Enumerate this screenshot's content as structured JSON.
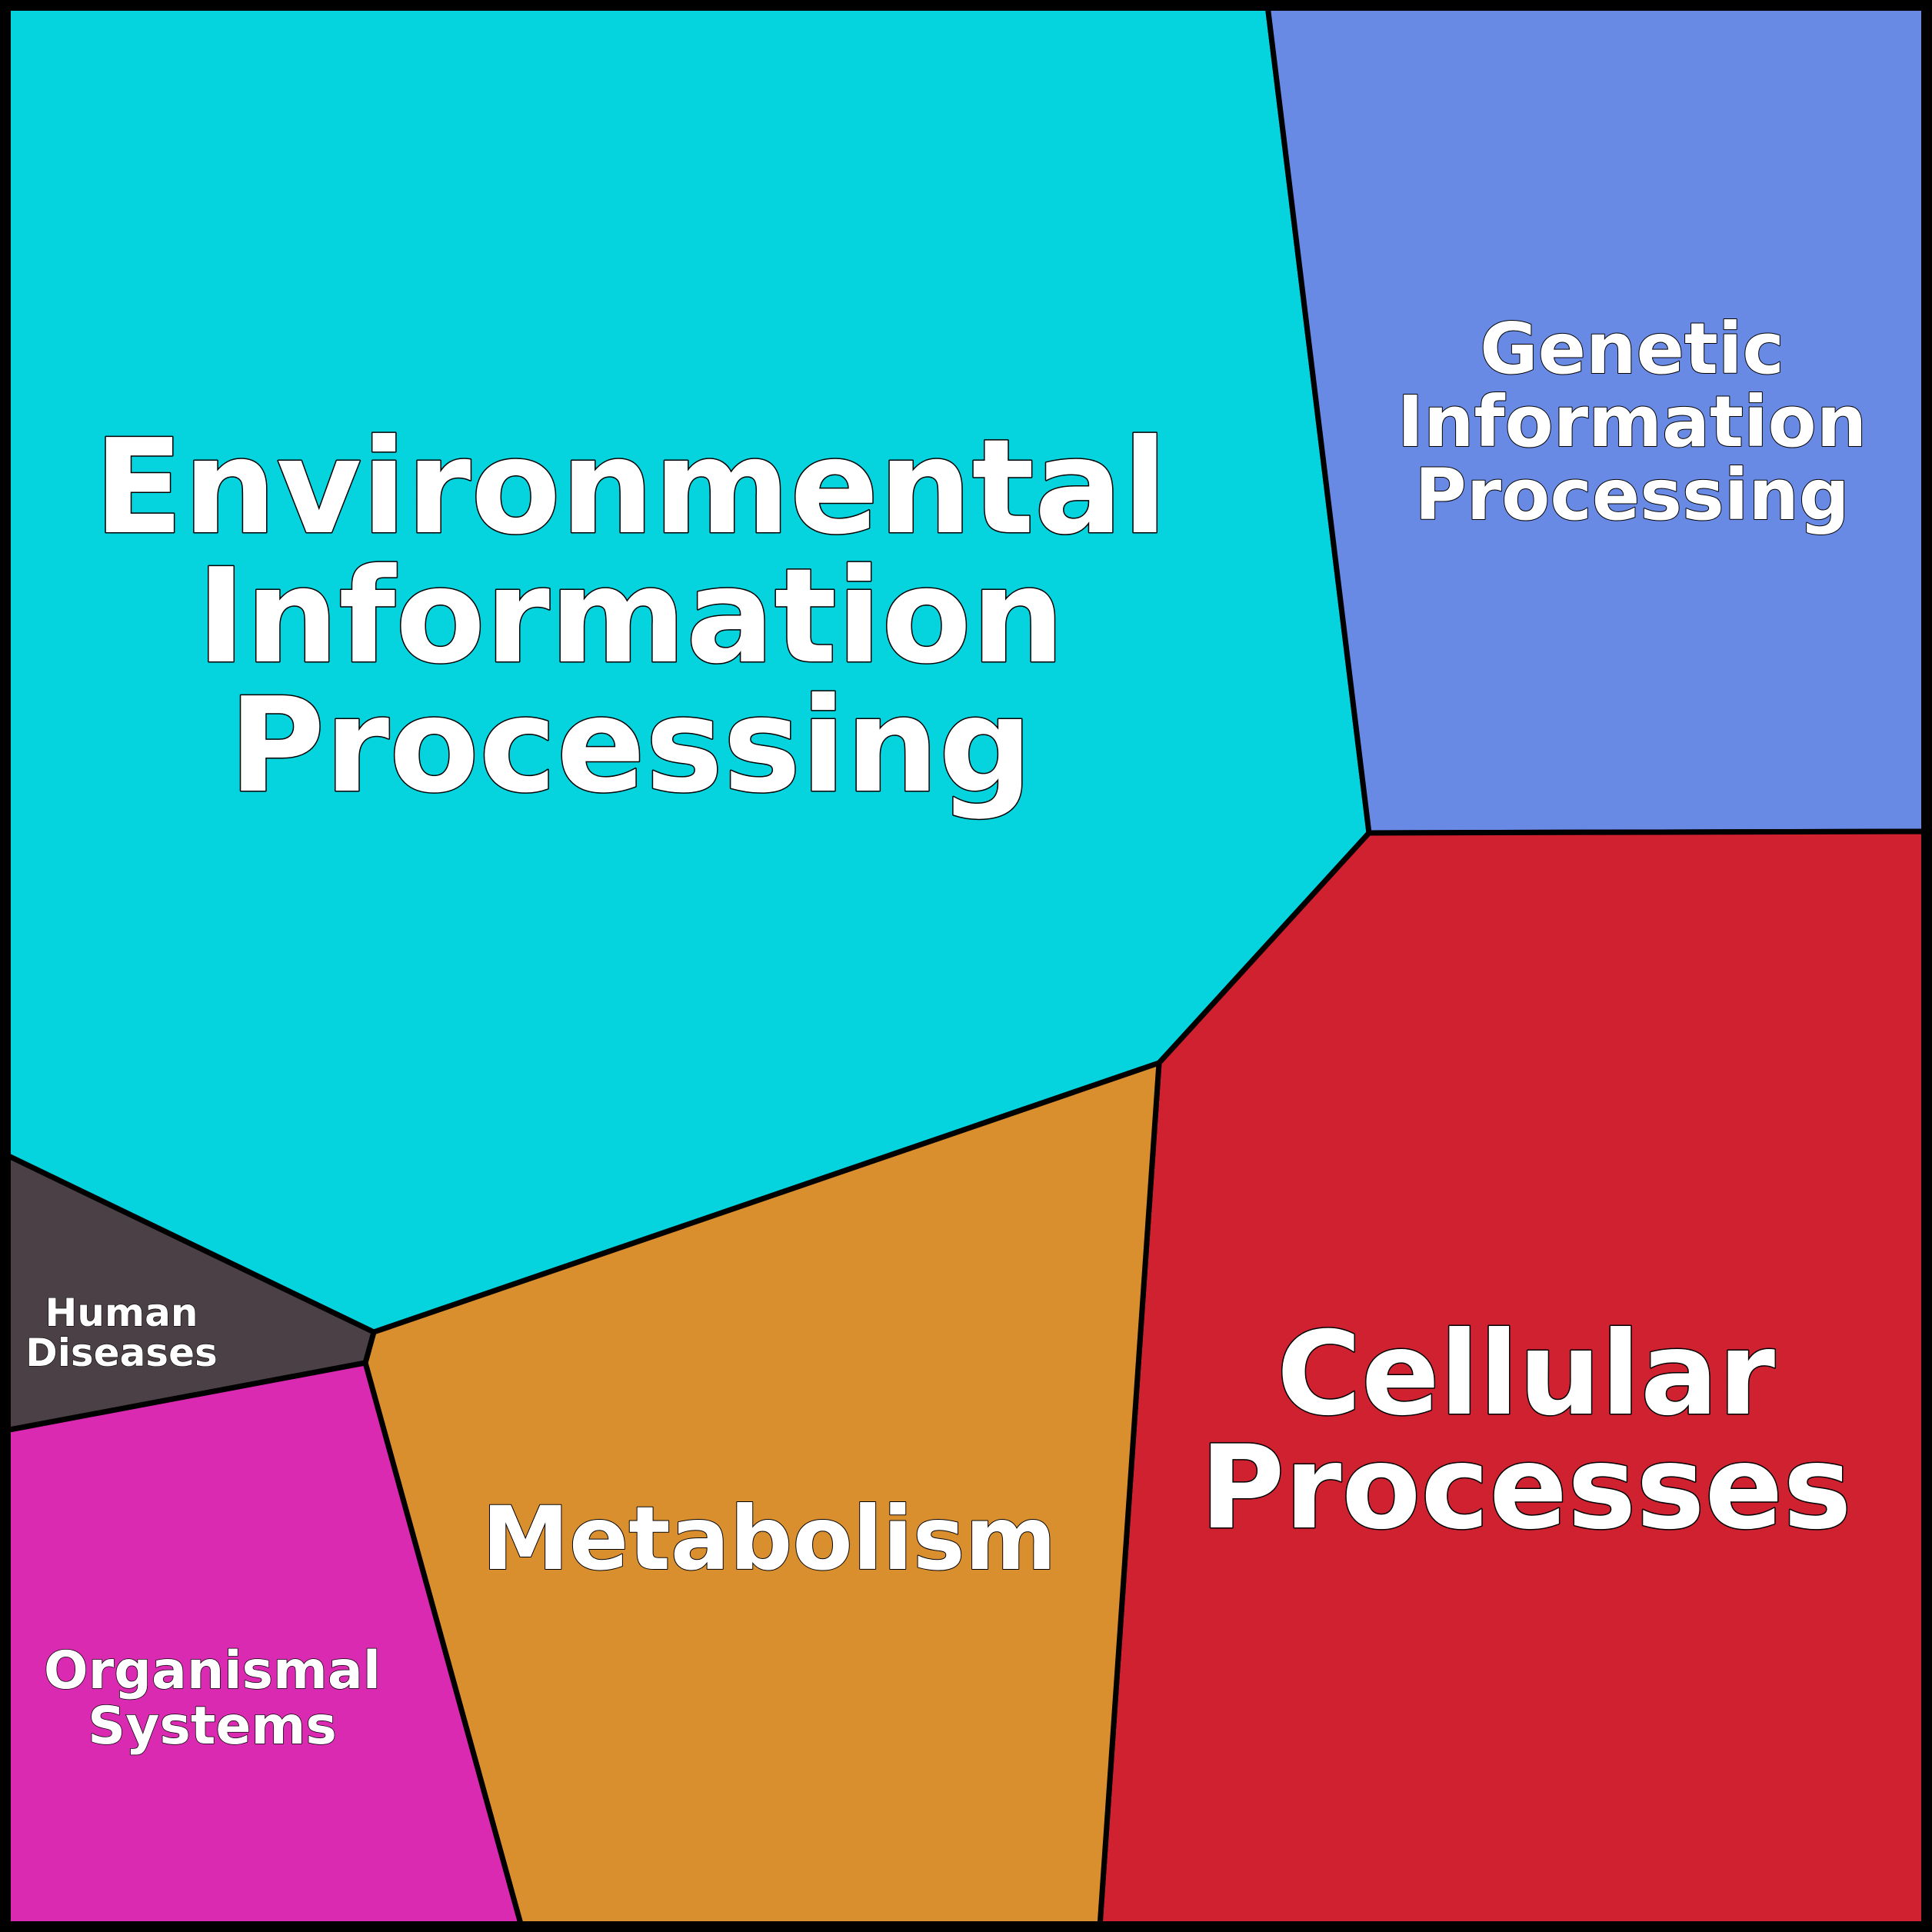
{
  "diagram": {
    "type": "voronoi-treemap",
    "cells": [
      {
        "id": "environmental",
        "name_lines": [
          "Environmental",
          "Information",
          "Processing"
        ],
        "color": "#05d3de"
      },
      {
        "id": "genetic",
        "name_lines": [
          "Genetic",
          "Information",
          "Processing"
        ],
        "color": "#6889e4"
      },
      {
        "id": "cellular",
        "name_lines": [
          "Cellular",
          "Processes"
        ],
        "color": "#d02131"
      },
      {
        "id": "metabolism",
        "name_lines": [
          "Metabolism"
        ],
        "color": "#da8f2f"
      },
      {
        "id": "human-diseases",
        "name_lines": [
          "Human",
          "Diseases"
        ],
        "color": "#4b4046"
      },
      {
        "id": "organismal",
        "name_lines": [
          "Organismal",
          "Systems"
        ],
        "color": "#da2ab2"
      }
    ]
  }
}
